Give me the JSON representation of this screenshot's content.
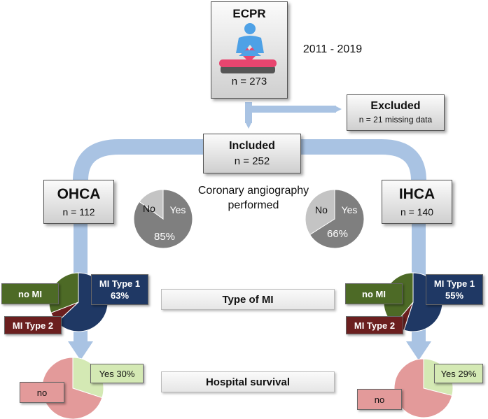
{
  "ecpr": {
    "title": "ECPR",
    "n": "n = 273",
    "period": "2011 - 2019"
  },
  "excluded": {
    "title": "Excluded",
    "detail": "n = 21 missing data"
  },
  "included": {
    "title": "Included",
    "n": "n = 252"
  },
  "ohca": {
    "title": "OHCA",
    "n": "n = 112"
  },
  "ihca": {
    "title": "IHCA",
    "n": "n = 140"
  },
  "angiography": {
    "label_line1": "Coronary angiography",
    "label_line2": "performed",
    "ohca": {
      "no": "No",
      "yes": "Yes",
      "pct": "85%",
      "yes_fraction": 0.85
    },
    "ihca": {
      "no": "No",
      "yes": "Yes",
      "pct": "66%",
      "yes_fraction": 0.66
    }
  },
  "type_of_mi": {
    "label": "Type of MI",
    "ohca": {
      "no_mi": "no MI",
      "type1": "MI Type 1",
      "type1_pct": "63%",
      "type2": "MI Type 2",
      "type1_fraction": 0.63
    },
    "ihca": {
      "no_mi": "no MI",
      "type1": "MI Type 1",
      "type1_pct": "55%",
      "type2": "MI Type 2",
      "type1_fraction": 0.55
    }
  },
  "survival": {
    "label": "Hospital survival",
    "ohca": {
      "yes": "Yes 30%",
      "no": "no",
      "yes_fraction": 0.3
    },
    "ihca": {
      "yes": "Yes 29%",
      "no": "no",
      "yes_fraction": 0.29
    }
  },
  "colors": {
    "arrow": "#a9c3e3",
    "pie_dark": "#7f7f7f",
    "pie_light": "#c4c4c4",
    "mi_type1": "#1f3864",
    "no_mi": "#4d6a26",
    "mi_type2": "#6b1f1f",
    "survival_yes": "#d4e9b4",
    "survival_no": "#e39a9a"
  }
}
